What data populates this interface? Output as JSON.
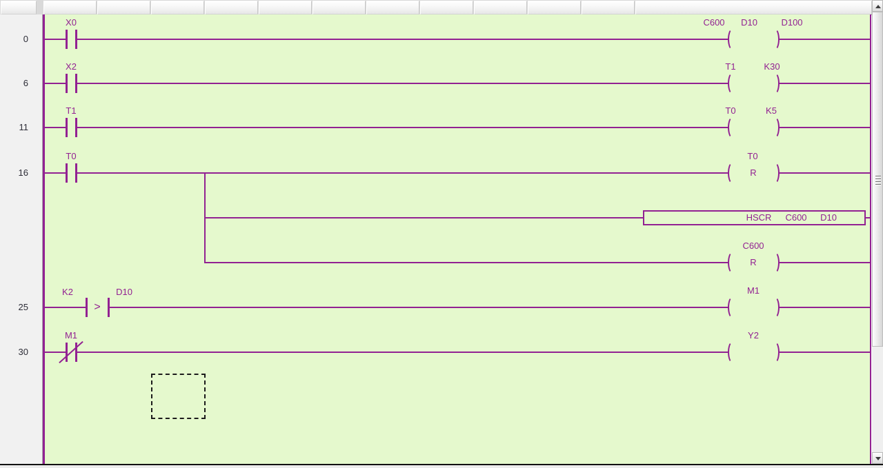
{
  "app": {
    "kind": "plc-ladder-editor",
    "colors": {
      "ladder_background": "#e5f9cd",
      "element": "#922192",
      "step_number": "#2c2c36"
    }
  },
  "rungs": [
    {
      "step": "0",
      "contact": {
        "kind": "NO",
        "label": "X0"
      },
      "coil": {
        "labels": {
          "left": "C600",
          "mid": "D10",
          "right": "D100"
        }
      }
    },
    {
      "step": "6",
      "contact": {
        "kind": "NO",
        "label": "X2"
      },
      "coil": {
        "labels": {
          "left": "T1",
          "right": "K30"
        }
      }
    },
    {
      "step": "11",
      "contact": {
        "kind": "NO",
        "label": "T1"
      },
      "coil": {
        "labels": {
          "left": "T0",
          "right": "K5"
        }
      }
    },
    {
      "step": "16",
      "contact": {
        "kind": "NO",
        "label": "T0"
      },
      "outputs": {
        "reset_coil_1": {
          "label": "T0",
          "inner": "R"
        },
        "hscr_block": {
          "words": [
            "HSCR",
            "C600",
            "D10"
          ]
        },
        "reset_coil_2": {
          "label": "C600",
          "inner": "R"
        }
      }
    },
    {
      "step": "25",
      "compare": {
        "left": "K2",
        "operator": ">",
        "right": "D10"
      },
      "coil": {
        "label": "M1"
      }
    },
    {
      "step": "30",
      "contact": {
        "kind": "NC",
        "label": "M1"
      },
      "coil": {
        "label": "Y2"
      }
    }
  ]
}
